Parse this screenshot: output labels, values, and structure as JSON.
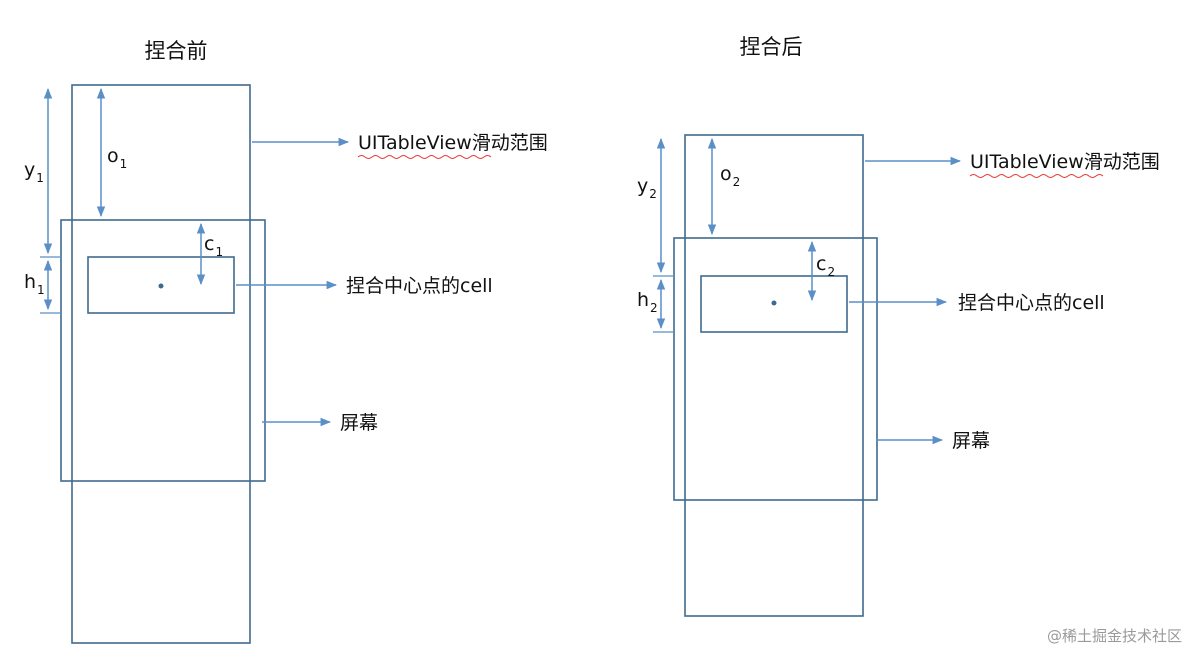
{
  "colors": {
    "box": "#3f6a8f",
    "arrow": "#5b8fc8",
    "squiggle": "#e53935",
    "watermark": "#9a9a9a"
  },
  "left": {
    "title": "捏合前",
    "labels": {
      "range": "UITableView滑动范围",
      "cell": "捏合中心点的cell",
      "screen": "屏幕"
    },
    "vars": {
      "y": "y",
      "y_sub": "1",
      "o": "o",
      "o_sub": "1",
      "h": "h",
      "h_sub": "1",
      "c": "c",
      "c_sub": "1"
    }
  },
  "right": {
    "title": "捏合后",
    "labels": {
      "range": "UITableView滑动范围",
      "cell": "捏合中心点的cell",
      "screen": "屏幕"
    },
    "vars": {
      "y": "y",
      "y_sub": "2",
      "o": "o",
      "o_sub": "2",
      "h": "h",
      "h_sub": "2",
      "c": "c",
      "c_sub": "2"
    }
  },
  "watermark": "@稀土掘金技术社区"
}
